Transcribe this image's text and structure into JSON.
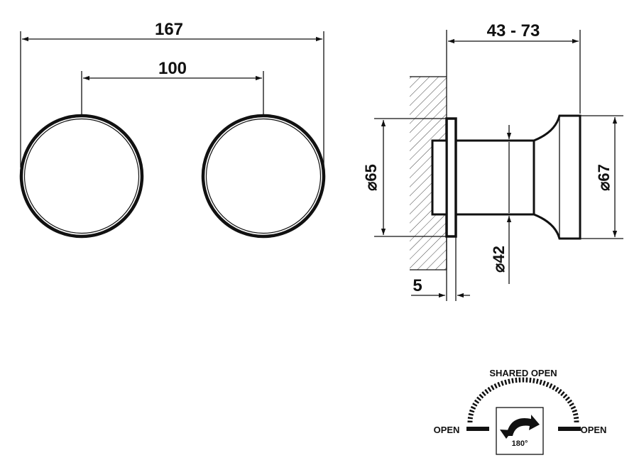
{
  "front_view": {
    "overall_width": "167",
    "center_distance": "100"
  },
  "side_view": {
    "projection": "43 - 73",
    "flange_diameter_symbol": "⌀",
    "flange_diameter": "65",
    "knob_diameter_symbol": "⌀",
    "knob_diameter": "67",
    "shaft_diameter_symbol": "⌀",
    "shaft_diameter": "42",
    "flange_thickness": "5"
  },
  "rotation_diagram": {
    "top_label": "SHARED OPEN",
    "left_label": "OPEN",
    "right_label": "OPEN",
    "angle": "180°"
  }
}
